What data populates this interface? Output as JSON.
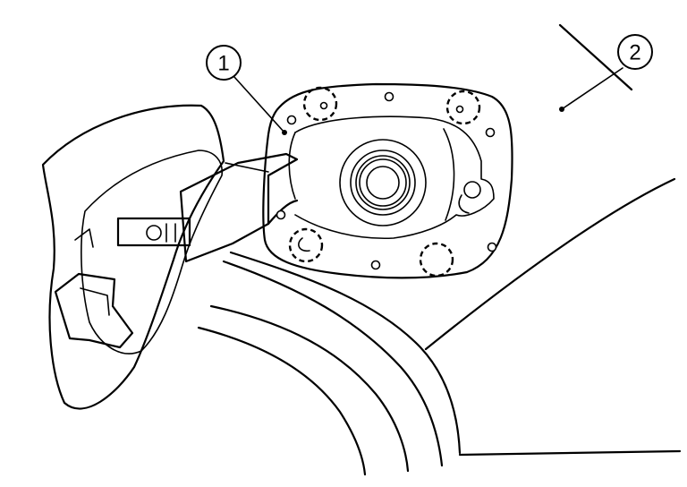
{
  "callouts": [
    {
      "id": "1",
      "label": "1",
      "part": "fuel-filler-lid-housing"
    },
    {
      "id": "2",
      "label": "2",
      "part": "body-side-panel"
    }
  ],
  "colors": {
    "line": "#000000",
    "background": "#ffffff"
  }
}
